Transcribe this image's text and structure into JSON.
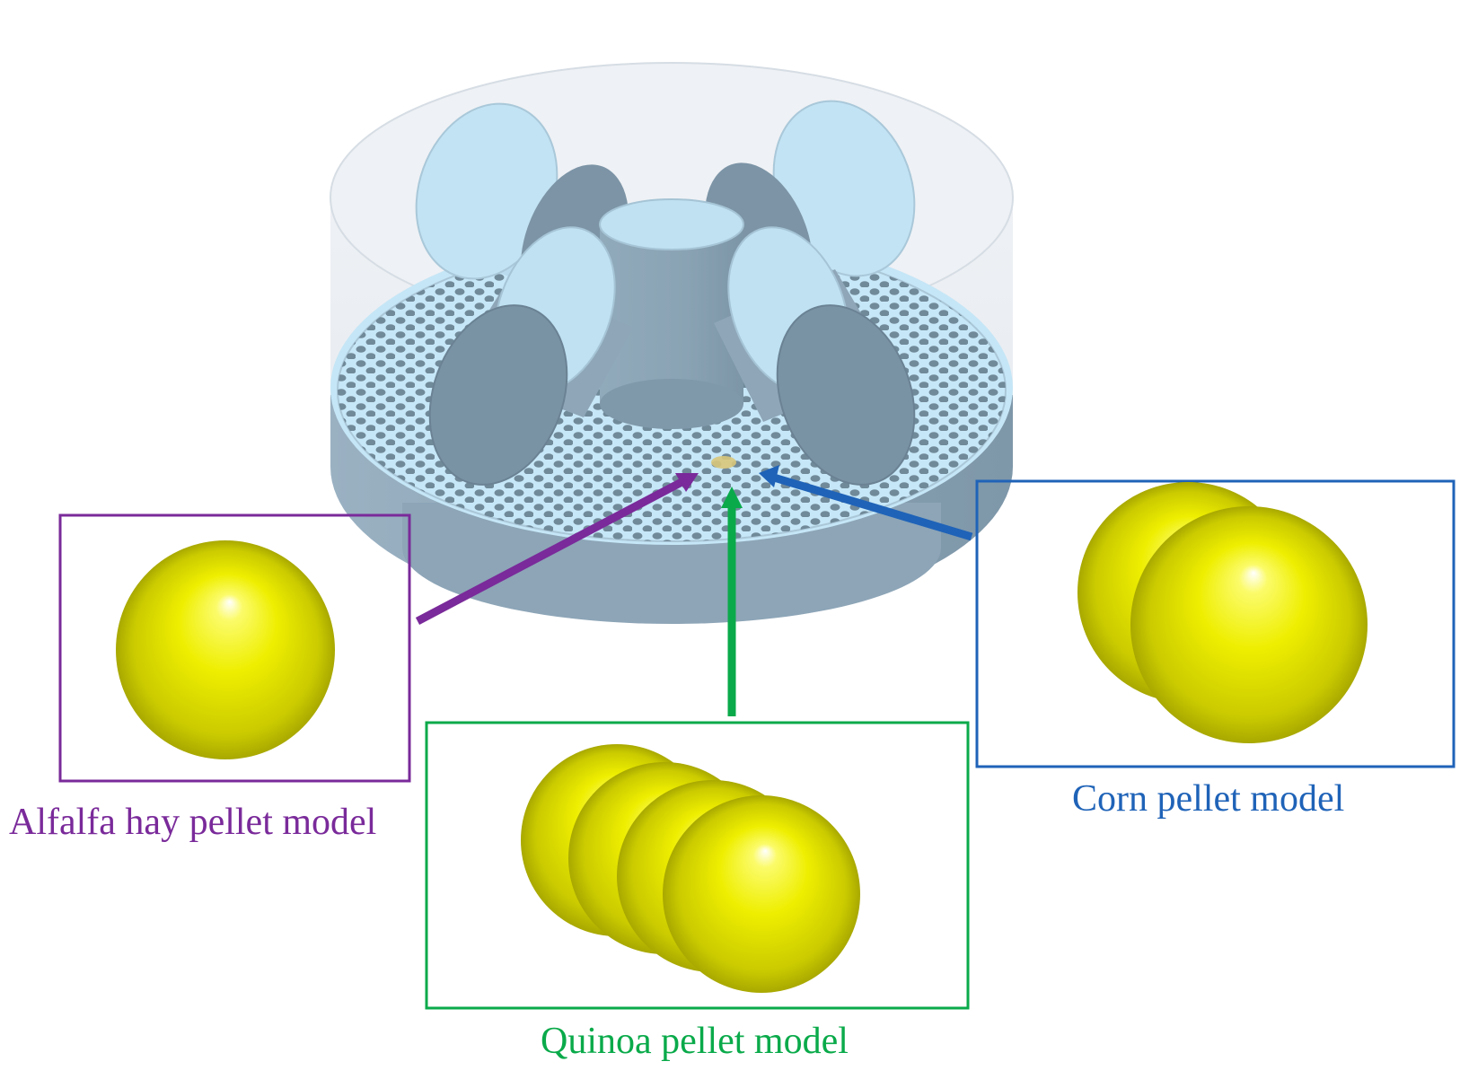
{
  "labels": {
    "alfalfa": "Alfalfa hay pellet model",
    "quinoa": "Quinoa pellet model",
    "corn": "Corn pellet model"
  },
  "colors": {
    "alfalfa": "#7a2a9a",
    "quinoa": "#0aaa4a",
    "corn": "#1f63b8",
    "machine_metal": "#8ea7b9",
    "machine_dark": "#6f8898",
    "roller_top": "#bfe3f4",
    "housing_glass": "#eef1f5",
    "pellet_yellow": "#f2f200"
  }
}
